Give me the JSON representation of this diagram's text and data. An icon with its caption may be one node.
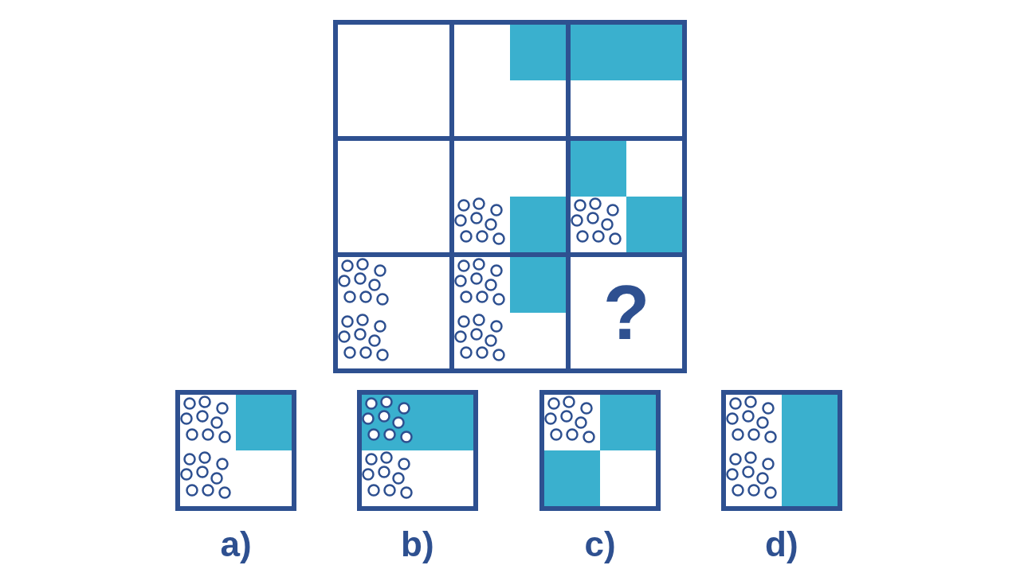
{
  "diagram": {
    "nodes": [
      {
        "text": [],
        "shape": "box"
      },
      {
        "text": [],
        "shape": "box"
      },
      {
        "text": [],
        "shape": "box"
      },
      {
        "text": [],
        "shape": "box"
      },
      {
        "text": [],
        "shape": "box"
      },
      {
        "text": [],
        "shape": "box"
      },
      {
        "text": [],
        "shape": "box"
      },
      {
        "text": [],
        "shape": "box"
      },
      {
        "text": [
          "?"
        ]
      },
      {
        "text": [],
        "shape": "box",
        "beside": [
          "a)"
        ]
      },
      {
        "text": [],
        "shape": "box",
        "beside": [
          "b)"
        ]
      },
      {
        "text": [],
        "shape": "box",
        "beside": [
          "c)"
        ]
      },
      {
        "text": [],
        "shape": "box",
        "beside": [
          "d)"
        ]
      }
    ]
  }
}
